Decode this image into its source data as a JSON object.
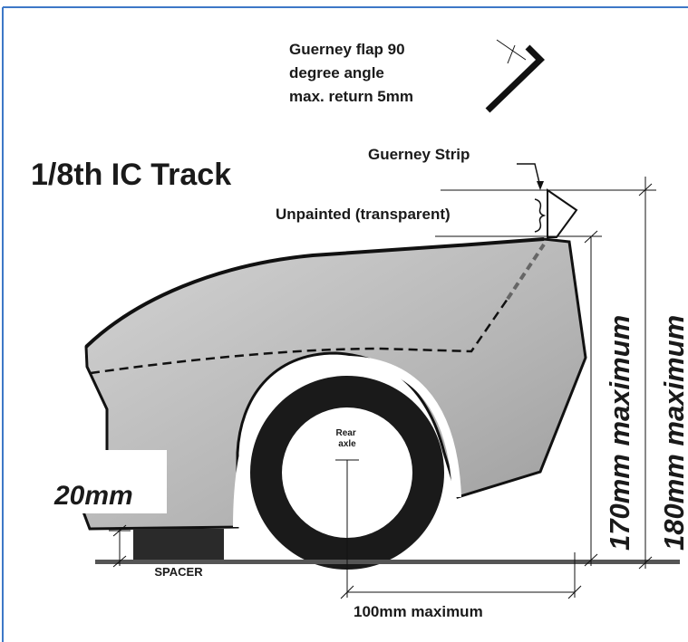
{
  "diagram": {
    "title": "1/8th IC Track",
    "gurney_flap_note": [
      "Guerney flap 90",
      "degree angle",
      "max. return 5mm"
    ],
    "gurney_strip_label": "Guerney Strip",
    "unpainted_label": "Unpainted (transparent)",
    "ride_height_label": "20mm",
    "spacer_label": "SPACER",
    "axle_label": [
      "Rear",
      "axle"
    ],
    "height_170_label": "170mm maximum",
    "height_180_label": "180mm maximum",
    "overhang_label": "100mm maximum"
  },
  "colors": {
    "frame_border": "#3d78c7",
    "body_fill": "#b8b8b8",
    "ink": "#111111",
    "ground": "#555555"
  }
}
